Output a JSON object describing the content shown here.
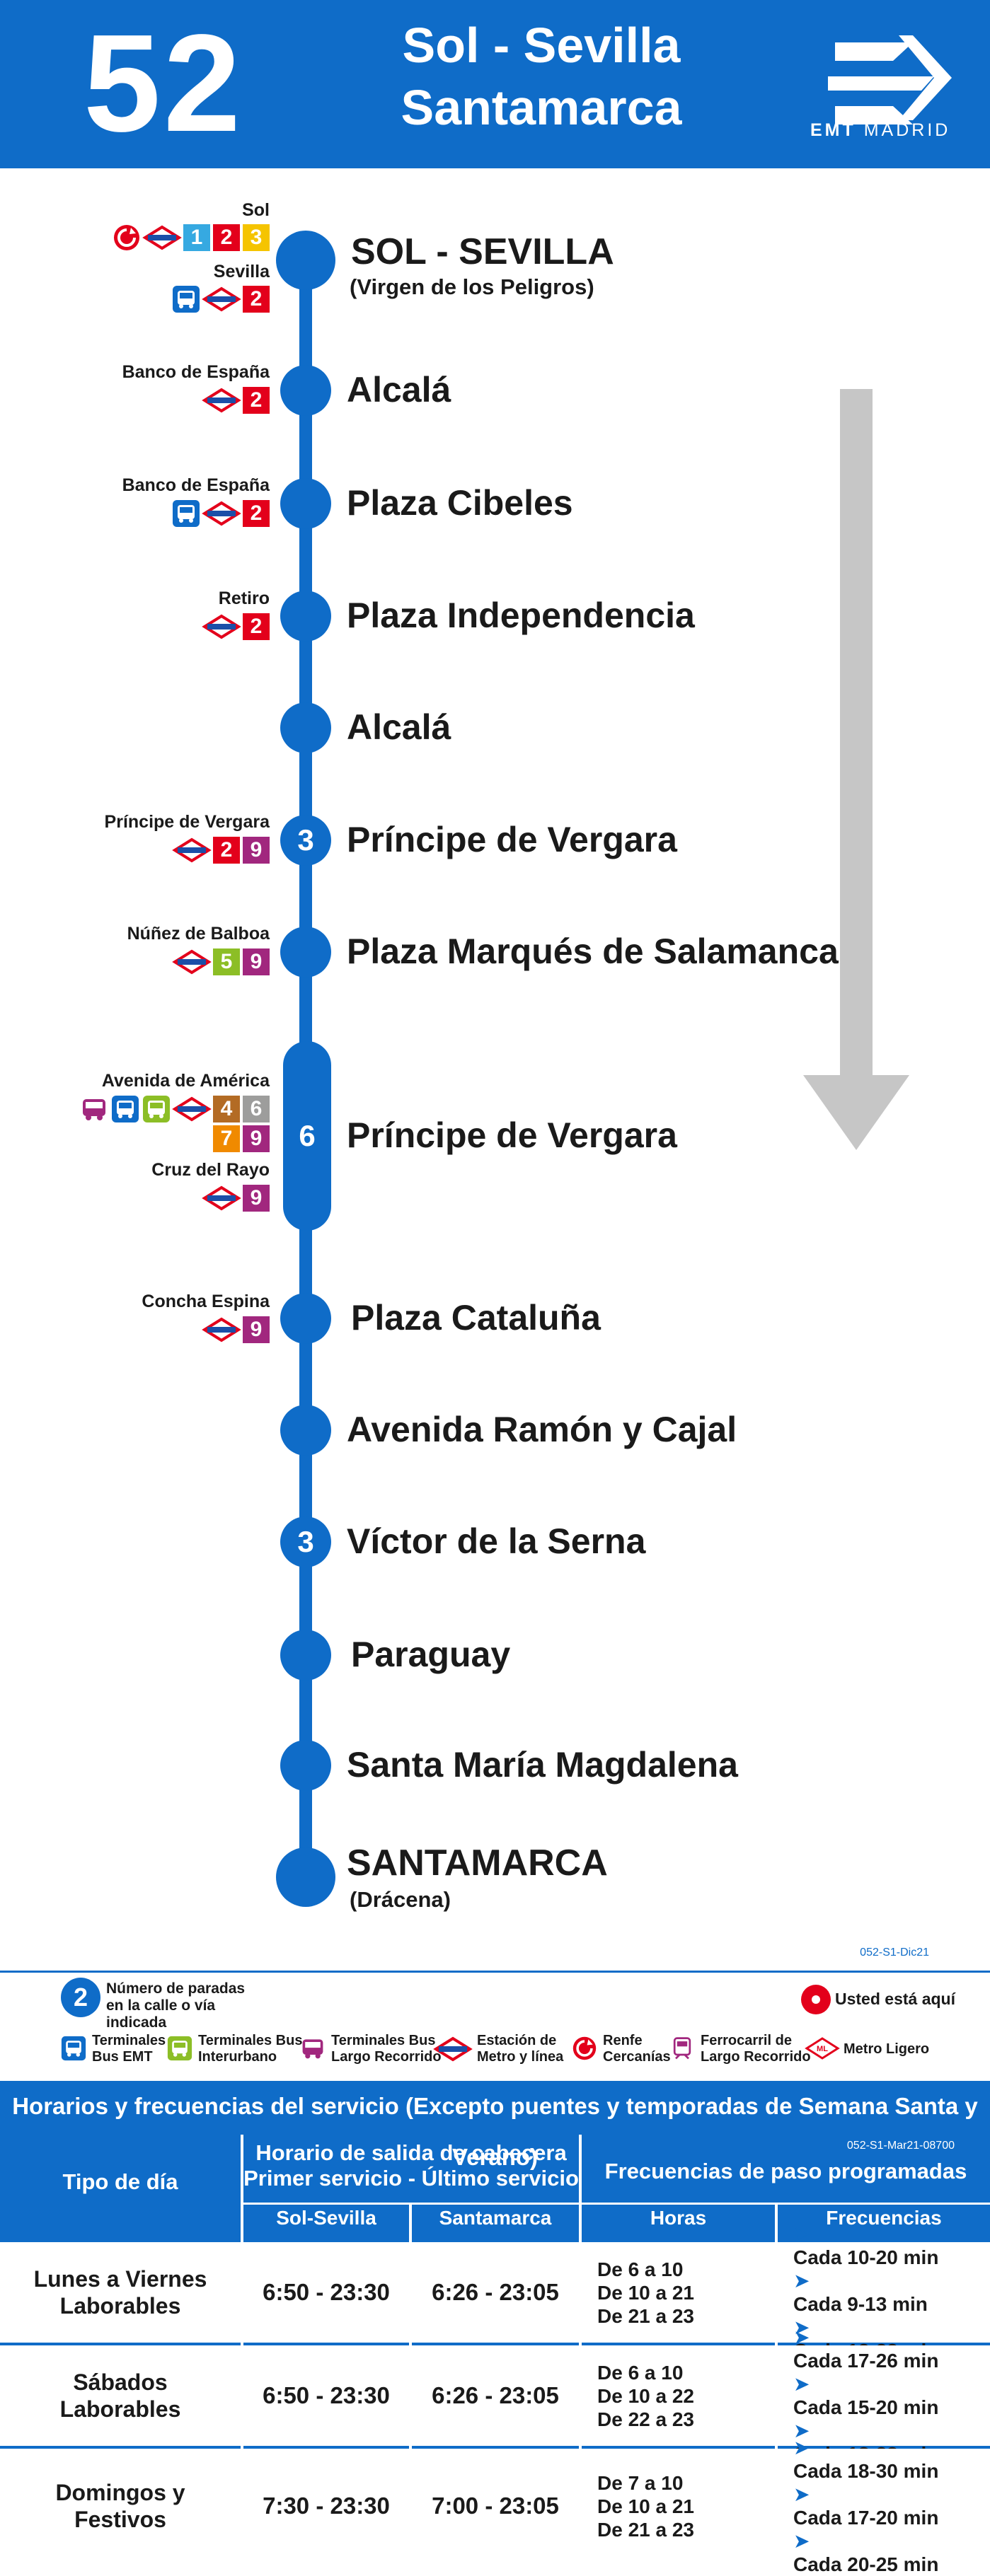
{
  "header": {
    "route_number": "52",
    "route_name_line1": "Sol - Sevilla",
    "route_name_line2": "Santamarca",
    "operator_bold": "EMT",
    "operator_rest": "MADRID"
  },
  "stops": [
    {
      "name": "SOL - SEVILLA",
      "sub": "(Virgen de los Peligros)",
      "badge": ""
    },
    {
      "name": "Alcalá",
      "badge": ""
    },
    {
      "name": "Plaza Cibeles",
      "badge": ""
    },
    {
      "name": "Plaza Independencia",
      "badge": ""
    },
    {
      "name": "Alcalá",
      "badge": ""
    },
    {
      "name": "Príncipe de Vergara",
      "badge": "3"
    },
    {
      "name": "Plaza Marqués de Salamanca",
      "badge": ""
    },
    {
      "name": "Príncipe de Vergara",
      "badge": "6"
    },
    {
      "name": "Plaza Cataluña",
      "badge": ""
    },
    {
      "name": "Avenida Ramón y Cajal",
      "badge": ""
    },
    {
      "name": "Víctor de la Serna",
      "badge": "3"
    },
    {
      "name": "Paraguay",
      "badge": ""
    },
    {
      "name": "Santa María Magdalena",
      "badge": ""
    },
    {
      "name": "SANTAMARCA",
      "sub": "(Drácena)",
      "badge": ""
    }
  ],
  "connections": {
    "sol_label": "Sol",
    "sol_lines": [
      "1",
      "2",
      "3"
    ],
    "sevilla_label": "Sevilla",
    "sevilla_lines": [
      "2"
    ],
    "banco1_label": "Banco de España",
    "banco1_lines": [
      "2"
    ],
    "banco2_label": "Banco de España",
    "banco2_lines": [
      "2"
    ],
    "retiro_label": "Retiro",
    "retiro_lines": [
      "2"
    ],
    "pvergara_label": "Príncipe de Vergara",
    "pvergara_lines": [
      "2",
      "9"
    ],
    "nunez_label": "Núñez de Balboa",
    "nunez_lines": [
      "5",
      "9"
    ],
    "avamerica_label": "Avenida de América",
    "avamerica_lines": [
      "4",
      "6",
      "7",
      "9"
    ],
    "cruz_label": "Cruz del Rayo",
    "cruz_lines": [
      "9"
    ],
    "concha_label": "Concha Espina",
    "concha_lines": [
      "9"
    ]
  },
  "metro_line_colors": {
    "1": "#36a9e1",
    "2": "#e3001b",
    "3": "#f5c400",
    "4": "#b36b24",
    "5": "#8cbe26",
    "6": "#9d9d9c",
    "7": "#f08a00",
    "9": "#a1277e"
  },
  "icons": {
    "renfe": "renfe-cercanias-icon",
    "metro": "metro-station-icon",
    "bus_emt": "bus-emt-terminal-icon",
    "bus_interurbano": "bus-interurbano-terminal-icon",
    "bus_largo": "bus-largo-recorrido-icon",
    "ferrocarril": "ferrocarril-icon",
    "metro_ligero": "metro-ligero-icon"
  },
  "legend": {
    "route_code": "052-S1-Dic21",
    "stops_badge_example": "2",
    "stops_badge_text_1": "Número de paradas",
    "stops_badge_text_2": "en la calle o vía indicada",
    "you_are_here": "Usted está aquí",
    "items": [
      {
        "line1": "Terminales",
        "line2": "Bus EMT"
      },
      {
        "line1": "Terminales Bus",
        "line2": "Interurbano"
      },
      {
        "line1": "Terminales Bus",
        "line2": "Largo Recorrido"
      },
      {
        "line1": "Estación de",
        "line2": "Metro y línea"
      },
      {
        "line1": "Renfe",
        "line2": "Cercanías"
      },
      {
        "line1": "Ferrocarril de",
        "line2": "Largo Recorrido"
      },
      {
        "line1": "Metro Ligero",
        "line2": ""
      }
    ]
  },
  "schedule": {
    "title": "Horarios y frecuencias del servicio (Excepto puentes y temporadas de Semana Santa y Verano)",
    "code": "052-S1-Mar21-08700",
    "col_day_type": "Tipo de día",
    "col_departure_1": "Horario de salida de cabecera",
    "col_departure_2": "Primer servicio - Último servicio",
    "col_frequencies": "Frecuencias de paso programadas",
    "sub_origin": "Sol-Sevilla",
    "sub_destination": "Santamarca",
    "sub_hours": "Horas",
    "sub_freq": "Frecuencias",
    "rows": [
      {
        "day_1": "Lunes a Viernes",
        "day_2": "Laborables",
        "origin": "6:50 - 23:30",
        "destination": "6:26 - 23:05",
        "hours": [
          "De 6 a 10",
          "De 10 a 21",
          "De 21 a 23"
        ],
        "freqs": [
          "Cada 10-20 min",
          "Cada 9-13 min",
          "Cada 12-22 min"
        ]
      },
      {
        "day_1": "Sábados",
        "day_2": "Laborables",
        "origin": "6:50 - 23:30",
        "destination": "6:26 - 23:05",
        "hours": [
          "De 6 a 10",
          "De 10 a 22",
          "De 22 a 23"
        ],
        "freqs": [
          "Cada 17-26 min",
          "Cada 15-20 min",
          "Cada 18-23 min"
        ]
      },
      {
        "day_1": "Domingos y",
        "day_2": "Festivos",
        "origin": "7:30 - 23:30",
        "destination": "7:00 - 23:05",
        "hours": [
          "De 7 a 10",
          "De 10 a 21",
          "De 21 a 23"
        ],
        "freqs": [
          "Cada 18-30 min",
          "Cada 17-20 min",
          "Cada 20-25 min"
        ]
      }
    ]
  }
}
